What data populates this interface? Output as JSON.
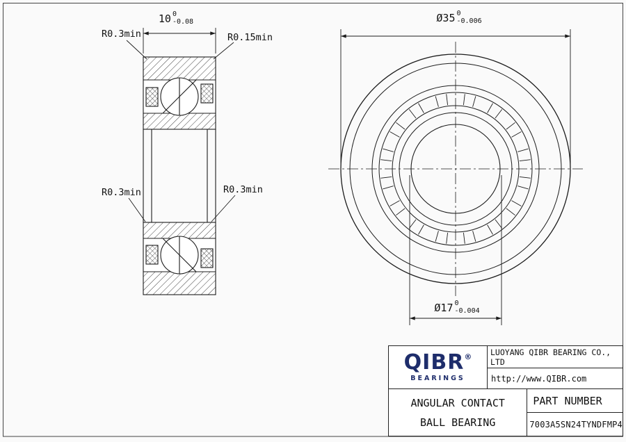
{
  "colors": {
    "line": "#1c1c1c",
    "logo": "#1e2d6b",
    "page_bg": "#fafafa"
  },
  "left_view": {
    "width_dim": {
      "value": "10",
      "tol_upper": "0",
      "tol_lower": "-0.08"
    },
    "radius_top_left": "R0.3min",
    "radius_top_right": "R0.15min",
    "radius_mid_left": "R0.3min",
    "radius_mid_right": "R0.3min"
  },
  "right_view": {
    "outer_dia_dim": {
      "value": "Ø35",
      "tol_upper": "0",
      "tol_lower": "-0.006"
    },
    "bore_dia_dim": {
      "value": "Ø17",
      "tol_upper": "0",
      "tol_lower": "-0.004"
    }
  },
  "title_block": {
    "logo_text": "QIBR",
    "logo_reg": "®",
    "logo_sub": "BEARINGS",
    "company": "LUOYANG QIBR BEARING CO., LTD",
    "website": "http://www.QIBR.com",
    "product_line1": "ANGULAR CONTACT",
    "product_line2": "BALL BEARING",
    "part_number_label": "PART NUMBER",
    "part_number": "7003A5SN24TYNDFMP4"
  }
}
